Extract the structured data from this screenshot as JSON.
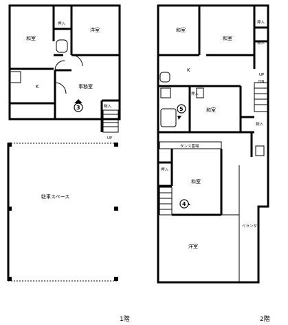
{
  "floor1": {
    "label": "1階",
    "rooms": {
      "washitsu": "和室",
      "oshiire": "押入",
      "youshitsu": "洋室",
      "kitchen": "K",
      "office": "事務室",
      "monoire": "物入",
      "up": "UP",
      "parking": "駐車スペース",
      "marker": "3"
    }
  },
  "floor2": {
    "label": "2階",
    "rooms": {
      "washitsu_a": "和室",
      "washitsu_b": "和室",
      "oshiire_a": "押入",
      "monoire_a": "物入",
      "kitchen": "K",
      "up": "UP",
      "dn": "DN",
      "oshiire_b": "押入",
      "washitsu_c": "和室",
      "monoire_b": "物入",
      "tansu": "タンス置場",
      "oshiire_c": "押入",
      "washitsu_d": "和室",
      "veranda": "ベランダ",
      "youshitsu": "洋室",
      "marker_4": "4",
      "marker_5": "5"
    }
  }
}
